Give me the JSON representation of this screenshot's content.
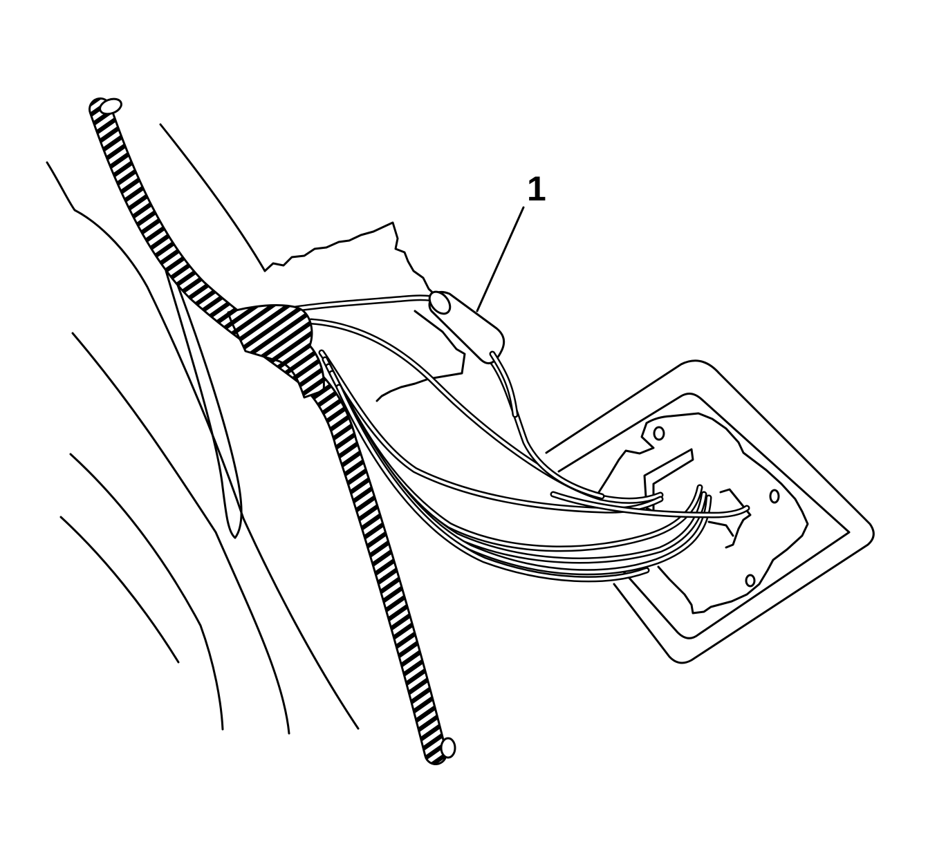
{
  "callouts": [
    {
      "id": "1",
      "label": "1",
      "target": "ferrite-bead"
    }
  ],
  "colors": {
    "line": "#000000",
    "background": "#ffffff"
  }
}
